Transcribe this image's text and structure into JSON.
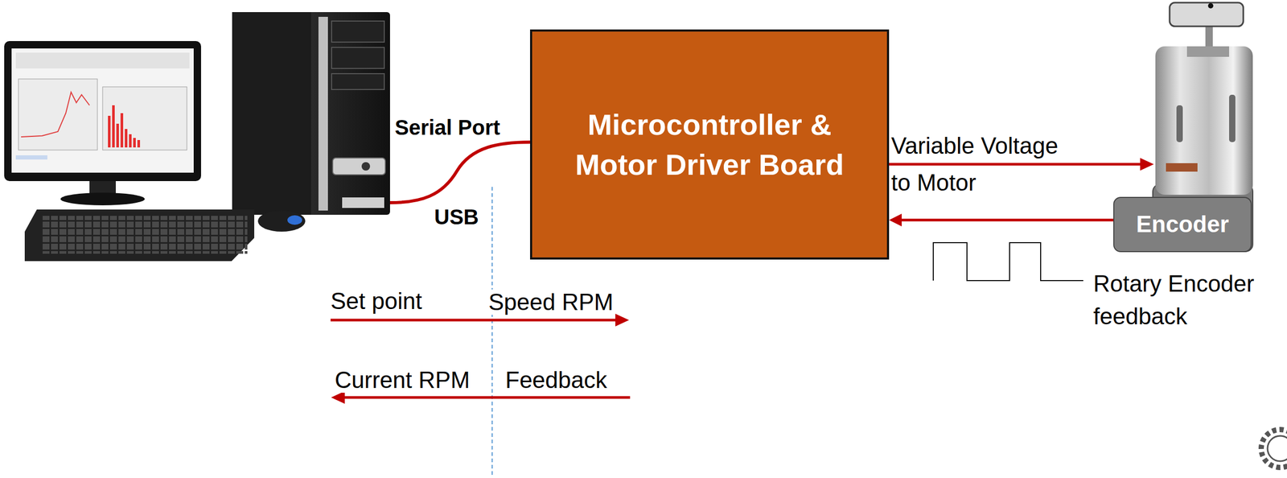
{
  "diagram": {
    "nodes": [
      {
        "text": [
          "Microcontroller & Motor Driver Board"
        ]
      },
      {
        "text": [
          "Encoder"
        ]
      }
    ],
    "edges": [
      {
        "from": 1,
        "to": 0,
        "arrow": "to"
      }
    ],
    "labels": [
      "Serial Port",
      "USB",
      "Variable Voltage to Motor",
      "Rotary Encoder feedback",
      "Set point",
      "Speed RPM",
      "Current RPM",
      "Feedback"
    ]
  }
}
